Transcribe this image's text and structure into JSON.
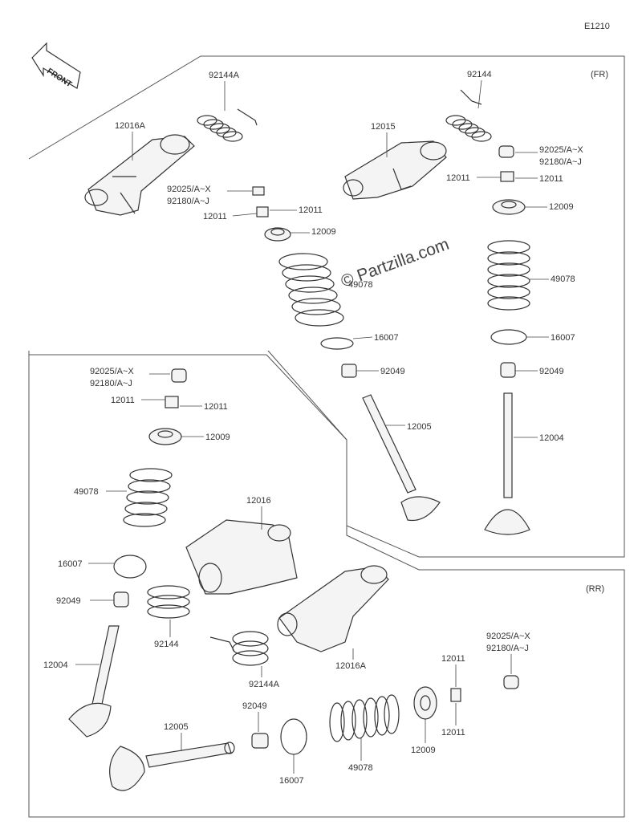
{
  "diagram_code": "E1210",
  "front_label": "FRONT",
  "section_fr": "(FR)",
  "section_rr": "(RR)",
  "watermark": "© Partzilla.com",
  "labels": {
    "fr_92144A": "92144A",
    "fr_12016A": "12016A",
    "fr_92025_left": "92025/A~X",
    "fr_92180_left": "92180/A~J",
    "fr_12011_left_a": "12011",
    "fr_12011_left_b": "12011",
    "fr_12009_left": "12009",
    "fr_49078_left": "49078",
    "fr_16007_left": "16007",
    "fr_92049_left": "92049",
    "fr_12005": "12005",
    "fr_92144": "92144",
    "fr_12015": "12015",
    "fr_92025_right": "92025/A~X",
    "fr_92180_right": "92180/A~J",
    "fr_12011_right_a": "12011",
    "fr_12011_right_b": "12011",
    "fr_12009_right": "12009",
    "fr_49078_right": "49078",
    "fr_16007_right": "16007",
    "fr_92049_right": "92049",
    "fr_12004": "12004",
    "rr_92025": "92025/A~X",
    "rr_92180": "92180/A~J",
    "rr_12011_a": "12011",
    "rr_12011_b": "12011",
    "rr_12009": "12009",
    "rr_49078": "49078",
    "rr_16007": "16007",
    "rr_92049": "92049",
    "rr_12004": "12004",
    "rr_12016": "12016",
    "rr_92144": "92144",
    "rr_92144A": "92144A",
    "rr_12016A": "12016A",
    "rr_12005": "12005",
    "rr_92049_b": "92049",
    "rr_16007_b": "16007",
    "rr_49078_b": "49078",
    "rr_12009_b": "12009",
    "rr_12011_c": "12011",
    "rr_12011_d": "12011",
    "rr_92025_b": "92025/A~X",
    "rr_92180_b": "92180/A~J"
  }
}
